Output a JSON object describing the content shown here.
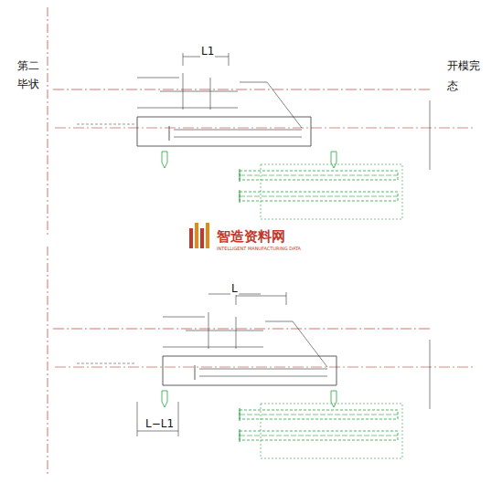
{
  "diagram": {
    "labels": [
      "第二",
      "毕状",
      "开模完",
      "态",
      "L1",
      "L",
      "L−L1",
      "智造资料网",
      "INTELLIGENT MANUFACTURING DATA"
    ]
  }
}
